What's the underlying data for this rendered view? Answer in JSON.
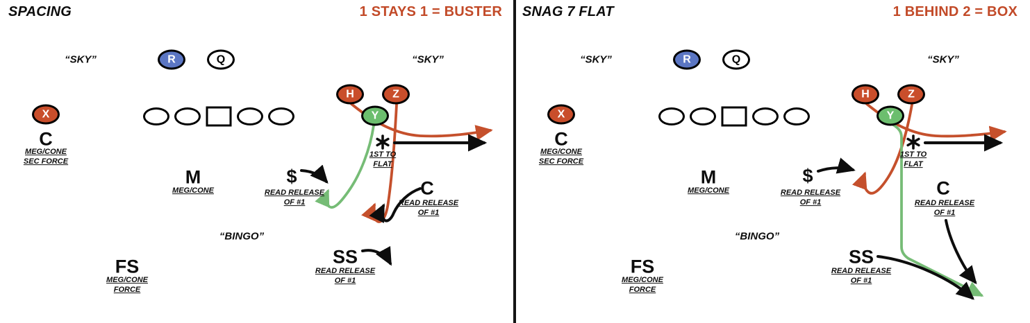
{
  "colors": {
    "accent_red": "#c24a28",
    "oval_red_fill": "#c94e2b",
    "green_fill": "#6cbe6e",
    "green_route": "#76bc76",
    "blue_fill": "#5b76c3",
    "ink": "#0d0d0d"
  },
  "panels": [
    {
      "title": "SPACING",
      "subtitle": "1 STAYS 1 = BUSTER",
      "coverage_call_left": "“SKY”",
      "coverage_call_right": "“SKY”",
      "mid_call": "“BINGO”",
      "players": {
        "running_back": "R",
        "quarterback": "Q",
        "x_receiver": "X",
        "h_receiver": "H",
        "z_receiver": "Z",
        "y_receiver": "Y"
      },
      "flat_marker": {
        "symbol": "✱",
        "line1": "1ST TO",
        "line2": "FLAT"
      },
      "defenders": {
        "left_corner": {
          "label": "C",
          "line1": "MEG/CONE",
          "line2": "SEC FORCE"
        },
        "mike": {
          "label": "M",
          "line1": "MEG/CONE"
        },
        "money": {
          "label": "$",
          "line1": "READ RELEASE",
          "line2": "OF #1"
        },
        "right_corner": {
          "label": "C",
          "line1": "READ RELEASE",
          "line2": "OF #1"
        },
        "free_safety": {
          "label": "FS",
          "line1": "MEG/CONE",
          "line2": "FORCE"
        },
        "strong_safety": {
          "label": "SS",
          "line1": "READ RELEASE",
          "line2": "OF #1"
        }
      }
    },
    {
      "title": "SNAG 7 FLAT",
      "subtitle": "1 BEHIND 2 = BOX",
      "coverage_call_left": "“SKY”",
      "coverage_call_right": "“SKY”",
      "mid_call": "“BINGO”",
      "players": {
        "running_back": "R",
        "quarterback": "Q",
        "x_receiver": "X",
        "h_receiver": "H",
        "z_receiver": "Z",
        "y_receiver": "Y"
      },
      "flat_marker": {
        "symbol": "✱",
        "line1": "1ST TO",
        "line2": "FLAT"
      },
      "defenders": {
        "left_corner": {
          "label": "C",
          "line1": "MEG/CONE",
          "line2": "SEC FORCE"
        },
        "mike": {
          "label": "M",
          "line1": "MEG/CONE"
        },
        "money": {
          "label": "$",
          "line1": "READ RELEASE",
          "line2": "OF #1"
        },
        "right_corner": {
          "label": "C",
          "line1": "READ RELEASE",
          "line2": "OF #1"
        },
        "free_safety": {
          "label": "FS",
          "line1": "MEG/CONE",
          "line2": "FORCE"
        },
        "strong_safety": {
          "label": "SS",
          "line1": "READ RELEASE",
          "line2": "OF #1"
        }
      }
    }
  ]
}
